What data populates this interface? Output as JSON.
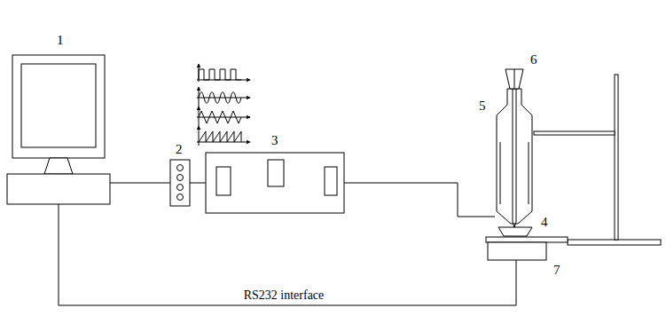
{
  "diagram": {
    "nodes": [
      {
        "text": [
          "1"
        ]
      },
      {
        "text": [
          "2"
        ]
      },
      {
        "text": [
          "3"
        ]
      },
      {
        "text": [
          "4"
        ]
      },
      {
        "text": [
          "5"
        ]
      },
      {
        "text": [
          "6"
        ]
      },
      {
        "text": [
          "7"
        ]
      }
    ],
    "edges": [
      {
        "from": 0,
        "to": 1,
        "arrow": "none"
      },
      {
        "from": 1,
        "to": 2,
        "arrow": "none"
      },
      {
        "from": 2,
        "to": 4,
        "arrow": "none"
      },
      {
        "from": 0,
        "to": 6,
        "label": "RS232 interface",
        "arrow": "none"
      }
    ]
  }
}
